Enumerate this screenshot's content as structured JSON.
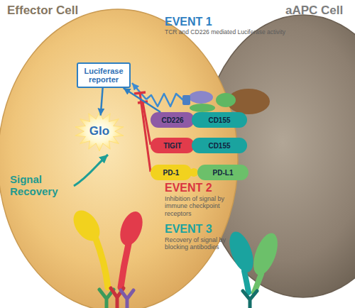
{
  "diagram": {
    "nodes": [
      {
        "text": [
          "Effector Cell"
        ]
      },
      {
        "text": [
          "Luciferase reporter"
        ],
        "in": 0
      },
      {
        "text": [
          "Glo"
        ],
        "in": 0
      },
      {
        "text": [
          "aAPC Cell"
        ]
      },
      {
        "text": [
          "CD226"
        ]
      },
      {
        "text": [
          "CD155"
        ]
      },
      {
        "text": [
          "TIGIT"
        ]
      },
      {
        "text": [
          "CD155"
        ]
      },
      {
        "text": [
          "PD-1"
        ]
      },
      {
        "text": [
          "PD-L1"
        ]
      }
    ],
    "edges": [
      {
        "from": 4,
        "to": 1,
        "arrow": "to"
      },
      {
        "from": 1,
        "to": 2,
        "arrow": "to"
      }
    ],
    "labels": [
      "EVENT 1",
      "TCR and CD226 mediated Luciferase activity",
      "EVENT 2",
      "Inhibition of signal by immune checkpoint receptors",
      "EVENT 3",
      "Recovery of signal by blocking antibodies",
      "Signal Recovery"
    ]
  }
}
